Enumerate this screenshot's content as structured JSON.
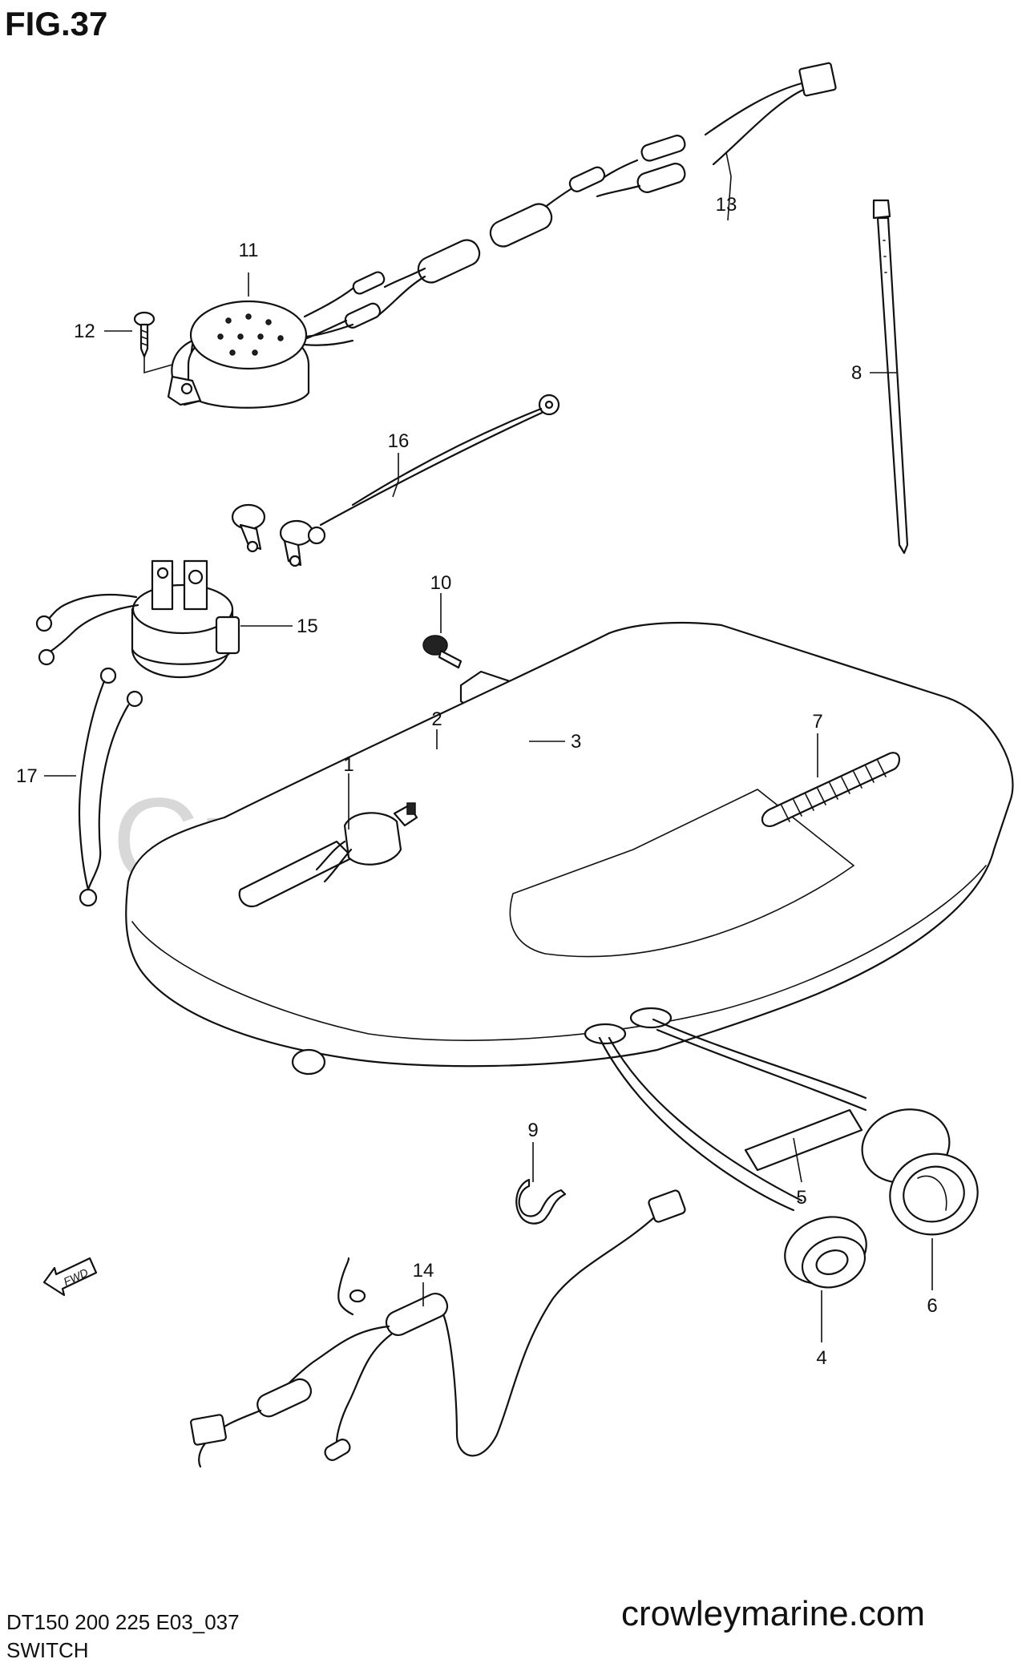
{
  "figure": {
    "title": "FIG.37"
  },
  "watermark": "Crowley Marine",
  "fwd_label": "FWD",
  "callouts": [
    {
      "id": "1",
      "label": "1"
    },
    {
      "id": "2",
      "label": "2"
    },
    {
      "id": "3",
      "label": "3"
    },
    {
      "id": "4",
      "label": "4"
    },
    {
      "id": "5",
      "label": "5"
    },
    {
      "id": "6",
      "label": "6"
    },
    {
      "id": "7",
      "label": "7"
    },
    {
      "id": "8",
      "label": "8"
    },
    {
      "id": "9",
      "label": "9"
    },
    {
      "id": "10",
      "label": "10"
    },
    {
      "id": "11",
      "label": "11"
    },
    {
      "id": "12",
      "label": "12"
    },
    {
      "id": "13",
      "label": "13"
    },
    {
      "id": "14",
      "label": "14"
    },
    {
      "id": "15",
      "label": "15"
    },
    {
      "id": "16",
      "label": "16"
    },
    {
      "id": "17",
      "label": "17"
    }
  ],
  "footer": {
    "model_code": "DT150 200 225 E03_037",
    "section": "SWITCH",
    "website": "crowleymarine.com"
  }
}
